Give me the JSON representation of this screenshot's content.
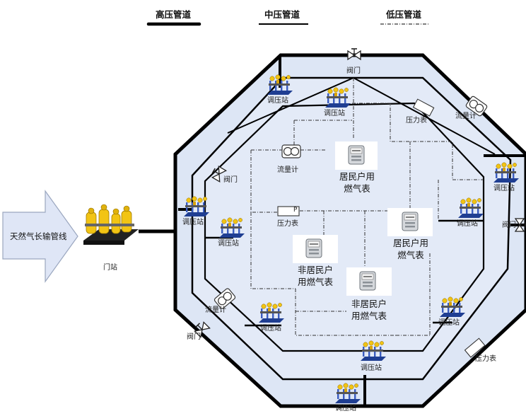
{
  "legend": {
    "high_pressure": "高压管道",
    "medium_pressure": "中压管道",
    "low_pressure": "低压管道"
  },
  "source": {
    "pipeline_label": "天然气长输管线",
    "gate_station_label": "门站"
  },
  "labels": {
    "regulator_station": "调压站",
    "valve": "阀门",
    "flow_meter": "流量计",
    "pressure_meter": "压力表",
    "pressure_symbol": "P",
    "residential_meter_line1": "居民户用",
    "residential_meter_line2": "燃气表",
    "nonresidential_meter_line1": "非居民户",
    "nonresidential_meter_line2": "用燃气表"
  },
  "colors": {
    "network_fill": "#dde6f5",
    "pipe": "#000000",
    "arrow_fill": "#dfe6f6",
    "equipment_yellow": "#f2c414"
  }
}
